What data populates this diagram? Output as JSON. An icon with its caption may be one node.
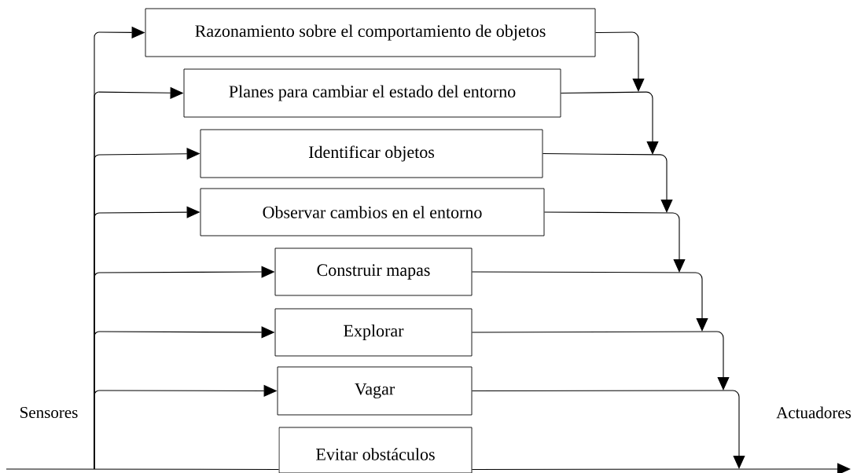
{
  "diagram": {
    "nodes": [
      {
        "text": [
          "Razonamiento sobre el comportamiento de objetos"
        ]
      },
      {
        "text": [
          "Planes para cambiar el estado del entorno"
        ]
      },
      {
        "text": [
          "Identificar objetos"
        ]
      },
      {
        "text": [
          "Observar cambios en el entorno"
        ]
      },
      {
        "text": [
          "Construir mapas"
        ]
      },
      {
        "text": [
          "Explorar"
        ]
      },
      {
        "text": [
          "Vagar"
        ]
      },
      {
        "text": [
          "Evitar obstáculos"
        ]
      }
    ],
    "edges": [
      {
        "from": null,
        "to": 0,
        "arrow": "to"
      },
      {
        "from": null,
        "to": 1,
        "arrow": "to"
      },
      {
        "from": null,
        "to": 2,
        "arrow": "to"
      },
      {
        "from": null,
        "to": 3,
        "arrow": "to"
      },
      {
        "from": null,
        "to": 4,
        "arrow": "to"
      },
      {
        "from": null,
        "to": 5,
        "arrow": "to"
      },
      {
        "from": null,
        "to": 6,
        "arrow": "to"
      },
      {
        "from": null,
        "to": 7,
        "arrow": "none"
      },
      {
        "from": 0,
        "to": null,
        "arrow": "to"
      },
      {
        "from": 1,
        "to": null,
        "arrow": "to"
      },
      {
        "from": 2,
        "to": null,
        "arrow": "to"
      },
      {
        "from": 3,
        "to": null,
        "arrow": "to"
      },
      {
        "from": 4,
        "to": null,
        "arrow": "to"
      },
      {
        "from": 5,
        "to": null,
        "arrow": "to"
      },
      {
        "from": 6,
        "to": null,
        "arrow": "to"
      },
      {
        "from": 7,
        "to": null,
        "arrow": "to"
      }
    ],
    "labels": [
      "Sensores",
      "Actuadores"
    ]
  }
}
